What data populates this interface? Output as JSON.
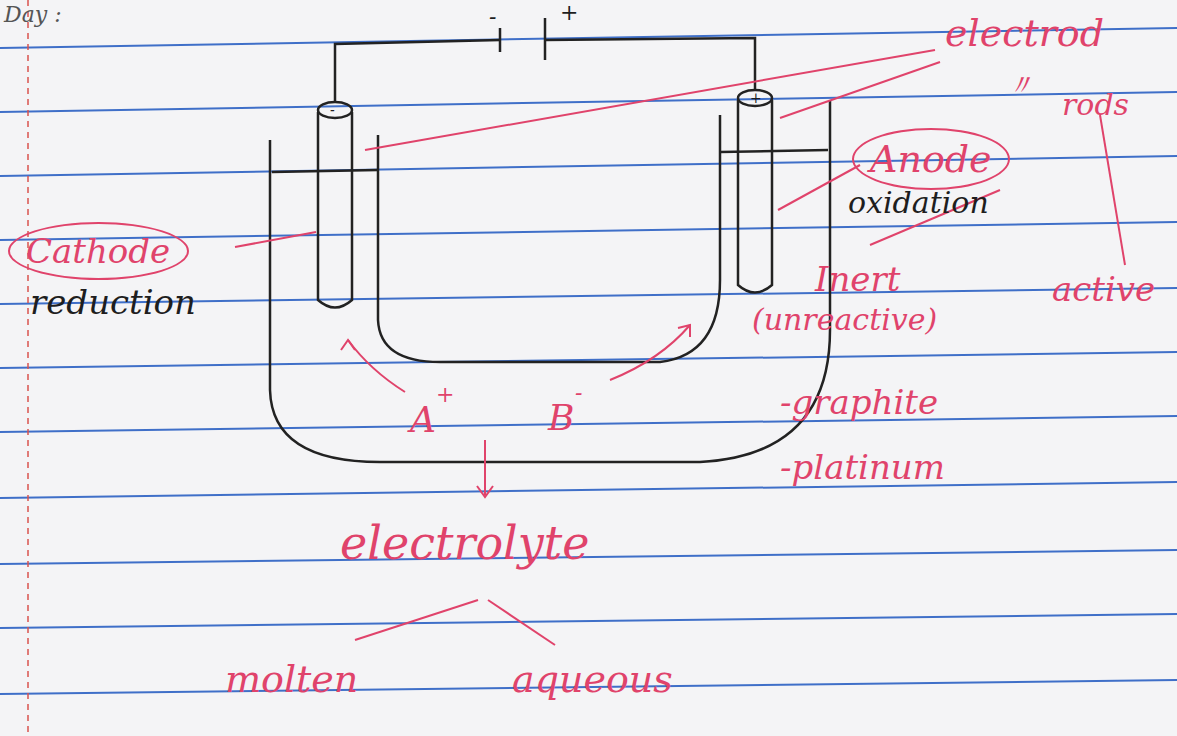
{
  "diagram": {
    "nodes": [
      {
        "text": [
          "Cathode"
        ]
      },
      {
        "text": [
          "Anode"
        ]
      }
    ],
    "labels": [
      "Day :",
      "-",
      "+",
      "-",
      "+",
      "electrod",
      "〃",
      "rods",
      "reduction",
      "oxidation",
      "active",
      "Inert",
      "(unreactive)",
      "-graphite",
      "-platinum",
      "A",
      "+",
      "B",
      "-",
      "electrolyte",
      "molten",
      "aqueous"
    ]
  }
}
